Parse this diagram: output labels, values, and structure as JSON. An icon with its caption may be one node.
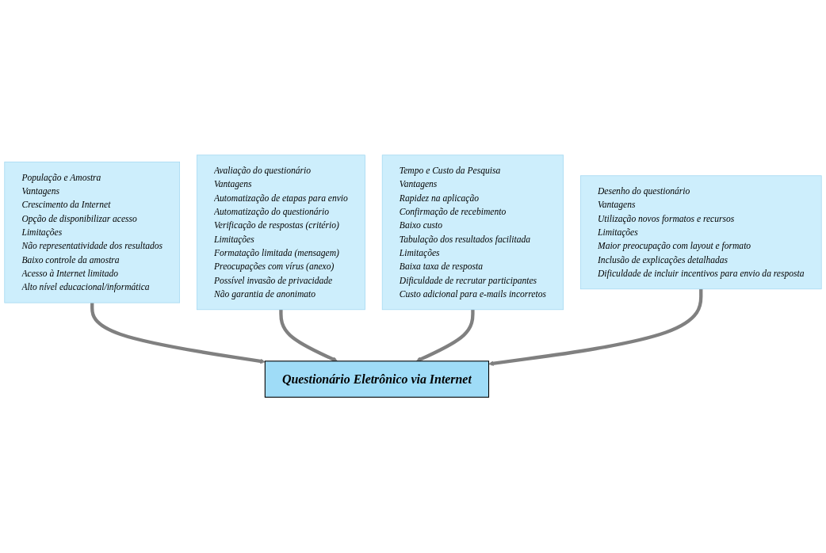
{
  "diagram": {
    "nodes": [
      {
        "text": [
          "População e Amostra",
          "Vantagens",
          "Crescimento da Internet",
          "Opção de disponibilizar acesso",
          "Limitações",
          "Não representatividade dos resultados",
          "Baixo controle da amostra",
          "Acesso à Internet limitado",
          "Alto nível educacional/informática"
        ]
      },
      {
        "text": [
          "Avaliação do questionário",
          "Vantagens",
          "Automatização de etapas para envio",
          "Automatização do questionário",
          "Verificação de respostas (critério)",
          "Limitações",
          "Formatação limitada (mensagem)",
          "Preocupações com vírus (anexo)",
          "Possível invasão de privacidade",
          "Não garantia de anonimato"
        ]
      },
      {
        "text": [
          "Questionário Eletrônico via Internet"
        ]
      },
      {
        "text": [
          "Tempo e Custo da Pesquisa",
          "Vantagens",
          "Rapidez na aplicação",
          "Confirmação de recebimento",
          "Baixo custo",
          "Tabulação dos resultados facilitada",
          "Limitações",
          "Baixa taxa de resposta",
          "Dificuldade de recrutar participantes",
          "Custo adicional para e-mails incorretos"
        ]
      },
      {
        "text": [
          "Desenho do questionário",
          "Vantagens",
          "Utilização novos formatos e recursos",
          "Limitações",
          "Maior preocupação com layout e formato",
          "Inclusão de explicações detalhadas",
          "Dificuldade de incluir incentivos para envio da resposta"
        ]
      }
    ],
    "edges": [
      {
        "from": 0,
        "to": 2,
        "arrow": "to"
      },
      {
        "from": 1,
        "to": 2,
        "arrow": "to"
      },
      {
        "from": 3,
        "to": 2,
        "arrow": "to"
      },
      {
        "from": 4,
        "to": 2,
        "arrow": "to"
      }
    ]
  }
}
